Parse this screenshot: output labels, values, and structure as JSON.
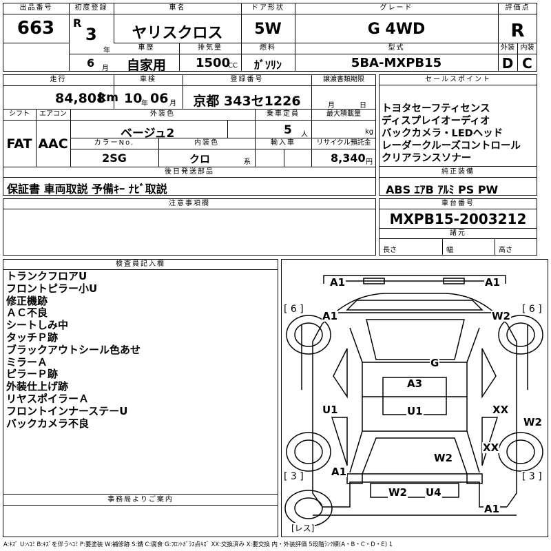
{
  "headers": {
    "lot": "出品番号",
    "first_reg": "初度登録",
    "car_name": "車名",
    "door": "ドア形状",
    "grade": "グレード",
    "score": "評価点",
    "history": "車歴",
    "displacement": "排気量",
    "fuel": "燃料",
    "model": "型式",
    "exterior": "外装",
    "interior": "内装",
    "mileage": "走行",
    "inspection": "車検",
    "reg_no": "登録番号",
    "transfer": "譲渡書類期限",
    "sales_point": "セールスポイント",
    "shift": "シフト",
    "ac": "エアコン",
    "ext_color": "外装色",
    "capacity": "乗車定員",
    "max_load": "最大積載量",
    "color_no": "カラーNo.",
    "int_color": "内装色",
    "import": "輸入車",
    "recycle": "リサイクル預託金",
    "later_parts": "後日発送部品",
    "genuine": "純正装備",
    "notes": "注意事項欄",
    "chassis": "車台番号",
    "specs": "諸元",
    "inspector": "検査員記入欄",
    "office": "事務局よりご案内"
  },
  "units": {
    "year_suffix": "年",
    "month_suffix": "月",
    "cc": "CC",
    "km": "km",
    "kg": "kg",
    "person": "人",
    "yen": "円",
    "kei": "系",
    "length": "長さ",
    "width": "幅",
    "height": "高さ",
    "transfer_month": "月",
    "transfer_day": "日"
  },
  "values": {
    "lot": "663",
    "era": "R",
    "year": "3",
    "month": "6",
    "car_name": "ヤリスクロス",
    "door": "5W",
    "grade": "G 4WD",
    "score": "R",
    "history": "自家用",
    "displacement": "1500",
    "fuel": "ｶﾞｿﾘﾝ",
    "model": "5BA-MXPB15",
    "exterior": "D",
    "interior": "C",
    "mileage": "84,808",
    "insp_year": "10",
    "insp_month": "06",
    "reg_no": "京都 343セ1226",
    "shift": "FAT",
    "ac": "AAC",
    "ext_color": "ベージュ2",
    "capacity": "5",
    "color_no": "2SG",
    "int_color": "クロ",
    "recycle": "8,340",
    "later_parts": "保証書 車両取説 予備ｷｰ ﾅﾋﾞ取説",
    "genuine": "ABS ｴｱB ｱﾙﾐ PS PW",
    "chassis": "MXPB15-2003212"
  },
  "sales_points": [
    "トヨタセーフティセンス",
    "ディスプレイオーディオ",
    "バックカメラ・LEDヘッド",
    "レーダークルーズコントロール",
    "クリアランスソナー"
  ],
  "inspector_notes": [
    "トランクフロアU",
    "フロントピラー小U",
    "修正機跡",
    "ＡＣ不良",
    "シートしみ中",
    "タッチＰ跡",
    "ブラックアウトシール色あせ",
    "ミラーＡ",
    "ピラーＰ跡",
    "外装仕上げ跡",
    "リヤスポイラーＡ",
    "フロントインナーステーU",
    "バックカメラ不良"
  ],
  "diagram": {
    "marks": {
      "m1": "A1",
      "m2": "A1",
      "m3": "A1",
      "m4": "W2",
      "m5": "G",
      "m6": "A3",
      "m7": "U1",
      "m8": "U1",
      "m9": "XX",
      "m10": "W2",
      "m11": "XX",
      "m12": "W2",
      "m13": "A1",
      "m14": "W2",
      "m15": "U4",
      "m16": "A1"
    },
    "tyres": {
      "lf": "[ 6 ]",
      "rf": "[ 6 ]",
      "lr": "[ 3 ]",
      "rr": "[ 3 ]",
      "spare": "[レス]"
    }
  },
  "legend": "A:ｷｽﾞ U:ﾍｺﾐ B:ｷｽﾞを伴うﾍｺﾐ P:要塗装 W:補修跡 S:錆 C:腐食 G:ﾌﾛﾝﾄｶﾞﾗｽ点ｷｽﾞ XX:交換済み X:要交換 内・外装評価 5段階ﾗﾝｸ順(A・B・C・D・E) 1"
}
